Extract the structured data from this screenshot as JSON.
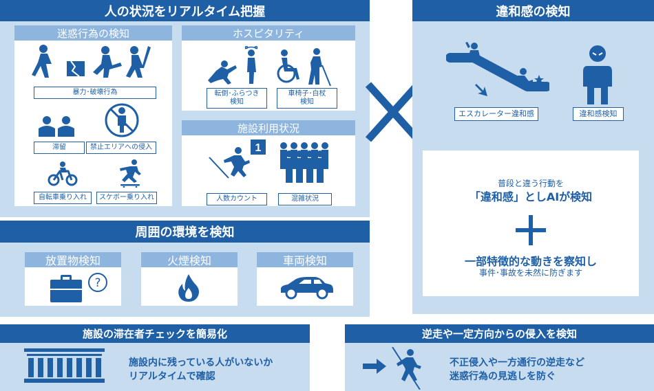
{
  "colors": {
    "brand": "#1e5fa6",
    "light_panel": "#c8dcef",
    "subheader": "#8db5de",
    "white": "#ffffff"
  },
  "sections": {
    "people": {
      "title": "人の状況をリアルタイム把握",
      "nuisance": {
        "title": "迷惑行為の検知",
        "violence": "暴力･破壊行為",
        "stay": "滞留",
        "restricted": "禁止エリアへの侵入",
        "bicycle": "自転車乗り入れ",
        "skateboard": "スケボー乗り入れ"
      },
      "hospitality": {
        "title": "ホスピタリティ",
        "fall": "転倒･ふらつき\n検知",
        "wheelchair": "車椅子･白杖\n検知"
      },
      "facility": {
        "title": "施設利用状況",
        "count": "人数カウント",
        "crowd": "混雑状況",
        "count_badge": "1"
      }
    },
    "anomaly": {
      "title": "違和感の検知",
      "escalator": "エスカレーター違和感",
      "anomaly_label": "違和感検知",
      "text1": "普段と違う行動を",
      "text2": "「違和感」としAIが検知",
      "text3": "一部特徴的な動きを察知し",
      "text4": "事件･事故を未然に防ぎます"
    },
    "environment": {
      "title": "周囲の環境を検知",
      "left_object": "放置物検知",
      "fire": "火煙検知",
      "vehicle": "車両検知"
    },
    "stay_check": {
      "title": "施設の滞在者チェックを簡易化",
      "line1": "施設内に残っている人がいないか",
      "line2": "リアルタイムで確認"
    },
    "reverse": {
      "title": "逆走や一定方向からの侵入を検知",
      "line1": "不正侵入や一方通行の逆走など",
      "line2": "迷惑行為の見逃しを防ぐ"
    }
  },
  "icons": [
    "violence-icon",
    "stay-icon",
    "restricted-area-icon",
    "bicycle-icon",
    "skateboard-icon",
    "fall-icon",
    "wheelchair-icon",
    "walking-cane-icon",
    "people-count-icon",
    "crowd-icon",
    "escalator-icon",
    "suspicious-person-icon",
    "cross-mark-icon",
    "plus-icon",
    "briefcase-question-icon",
    "flame-icon",
    "car-icon",
    "building-icon",
    "arrow-right-icon",
    "reverse-walk-icon"
  ]
}
